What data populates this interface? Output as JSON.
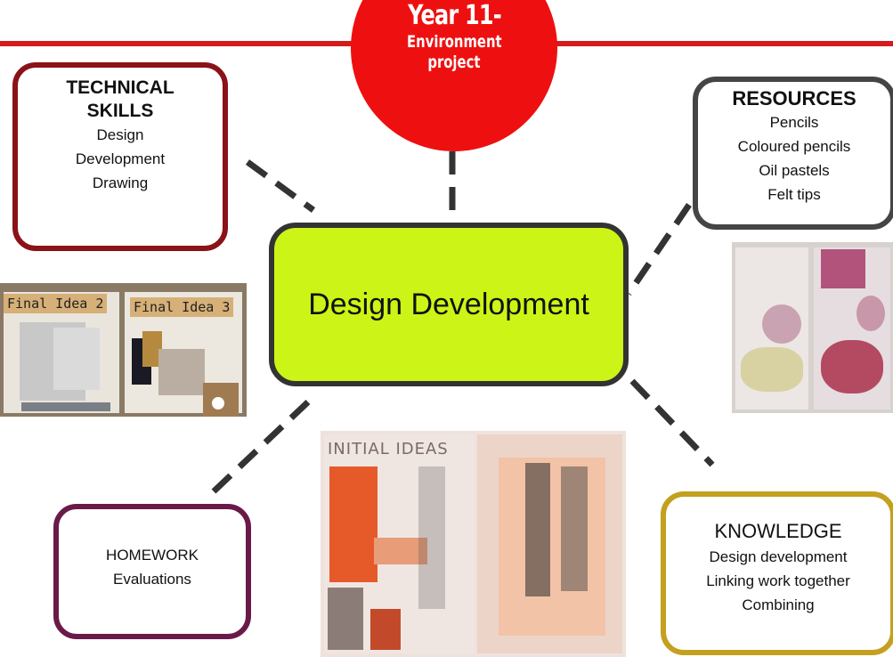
{
  "title": {
    "main": "Year 11-",
    "sub_line1": "Environment",
    "sub_line2": "project"
  },
  "center": {
    "label": "Design Development"
  },
  "technical_skills": {
    "heading_line1": "TECHNICAL",
    "heading_line2": "SKILLS",
    "items": [
      "Design",
      "Development",
      "Drawing"
    ]
  },
  "resources": {
    "heading": "RESOURCES",
    "items": [
      "Pencils",
      "Coloured pencils",
      "Oil pastels",
      "Felt tips"
    ]
  },
  "homework": {
    "heading": "HOMEWORK",
    "items": [
      "Evaluations"
    ]
  },
  "knowledge": {
    "heading": "KNOWLEDGE",
    "items": [
      "Design development",
      "Linking work together",
      "Combining"
    ]
  },
  "photos": {
    "final_ideas": {
      "tag_left": "Final Idea 2",
      "tag_right": "Final Idea 3"
    },
    "initial_ideas": {
      "tag": "INITIAL IDEAS"
    }
  },
  "colors": {
    "banner_red": "#d41c1c",
    "title_circle": "#ee1010",
    "center_fill": "#ccf416",
    "technical_border": "#8b1218",
    "resources_border": "#454545",
    "homework_border": "#6a1a49",
    "knowledge_border": "#c3a01e"
  }
}
